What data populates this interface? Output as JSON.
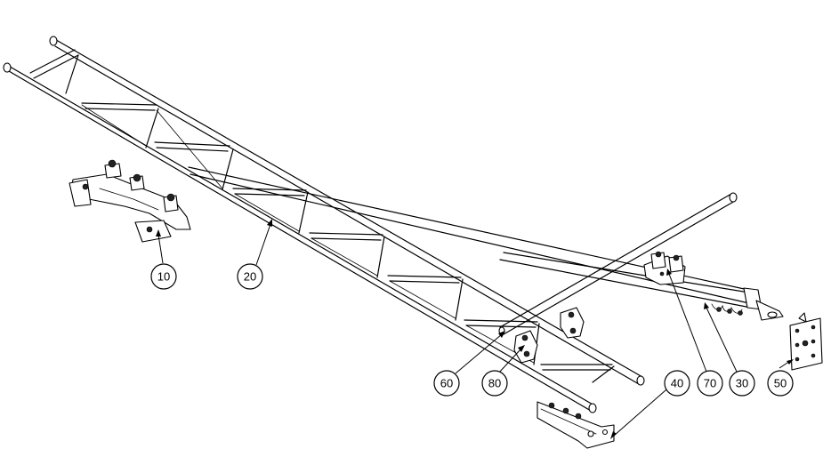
{
  "callouts": [
    {
      "id": "part-10",
      "label": "10"
    },
    {
      "id": "part-20",
      "label": "20"
    },
    {
      "id": "part-30",
      "label": "30"
    },
    {
      "id": "part-40",
      "label": "40"
    },
    {
      "id": "part-50",
      "label": "50"
    },
    {
      "id": "part-60",
      "label": "60"
    },
    {
      "id": "part-70",
      "label": "70"
    },
    {
      "id": "part-80",
      "label": "80"
    }
  ]
}
